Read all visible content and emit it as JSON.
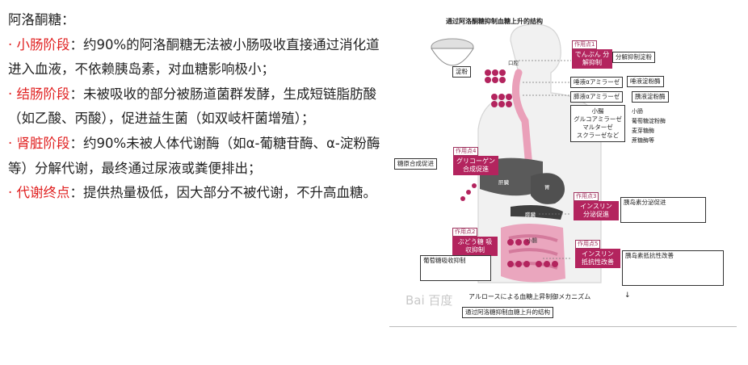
{
  "article": {
    "heading": "阿洛酮糖：",
    "sections": [
      {
        "bullet": "· ",
        "label": "小肠阶段",
        "text": "：约90%的阿洛酮糖无法被小肠吸收直接通过消化道进入血液，不依赖胰岛素，对血糖影响极小；"
      },
      {
        "bullet": "· ",
        "label": "结肠阶段",
        "text": "：未被吸收的部分被肠道菌群发酵，生成短链脂肪酸（如乙酸、丙酸），促进益生菌（如双岐杆菌增殖）；"
      },
      {
        "bullet": "· ",
        "label": "肾脏阶段",
        "text": "：约90%未被人体代谢酶（如α-葡糖苷酶、α-淀粉酶等）分解代谢，最终通过尿液或粪便排出；"
      },
      {
        "bullet": "· ",
        "label": "代谢终点",
        "text": "：提供热量极低，因大部分不被代谢，不升高血糖。"
      }
    ]
  },
  "figure": {
    "title": "通过阿洛酮糖抑制血糖上升的结构",
    "caption_jp": "アルロースによる血糖上昇制御メカニズム",
    "caption_box": "通过阿洛糖抑制血糖上升的结构",
    "watermark": "Bai 百度",
    "organs": {
      "mouth": "口腔",
      "liver": "肝臓",
      "stomach": "胃",
      "pancreas": "膵臓",
      "intestine": "小腸"
    },
    "starch_label": "淀粉",
    "actions": [
      {
        "tag": "作用点1",
        "text": "でんぷん 分解抑制",
        "note": "分解抑制淀粉"
      },
      {
        "tag": "作用点4",
        "text": "グリコーゲン 合成促進",
        "note": "糖原合成促进"
      },
      {
        "tag": "作用点3",
        "text": "インスリン 分泌促進",
        "note": "胰岛素分泌促进"
      },
      {
        "tag": "作用点2",
        "text": "ぶどう糖 吸収抑制",
        "note": "葡萄糖吸收抑制"
      },
      {
        "tag": "作用点5",
        "text": "インスリン 抵抗性改善",
        "note": "胰岛素抵抗性改善"
      }
    ],
    "enzymes": [
      {
        "jp": "唾液αアミラーゼ",
        "cn": "唾液淀粉酶"
      },
      {
        "jp": "膵液αアミラーゼ",
        "cn": "胰液淀粉酶"
      }
    ],
    "small_intestine_jp": [
      "小腸",
      "グルコアミラーゼ",
      "マルターゼ",
      "スクラーゼなど"
    ],
    "small_intestine_cn": [
      "小肠",
      "葡萄糖淀粉酶",
      "麦芽糖酶",
      "蔗糖酶等"
    ],
    "cursor_mark": "↓"
  }
}
